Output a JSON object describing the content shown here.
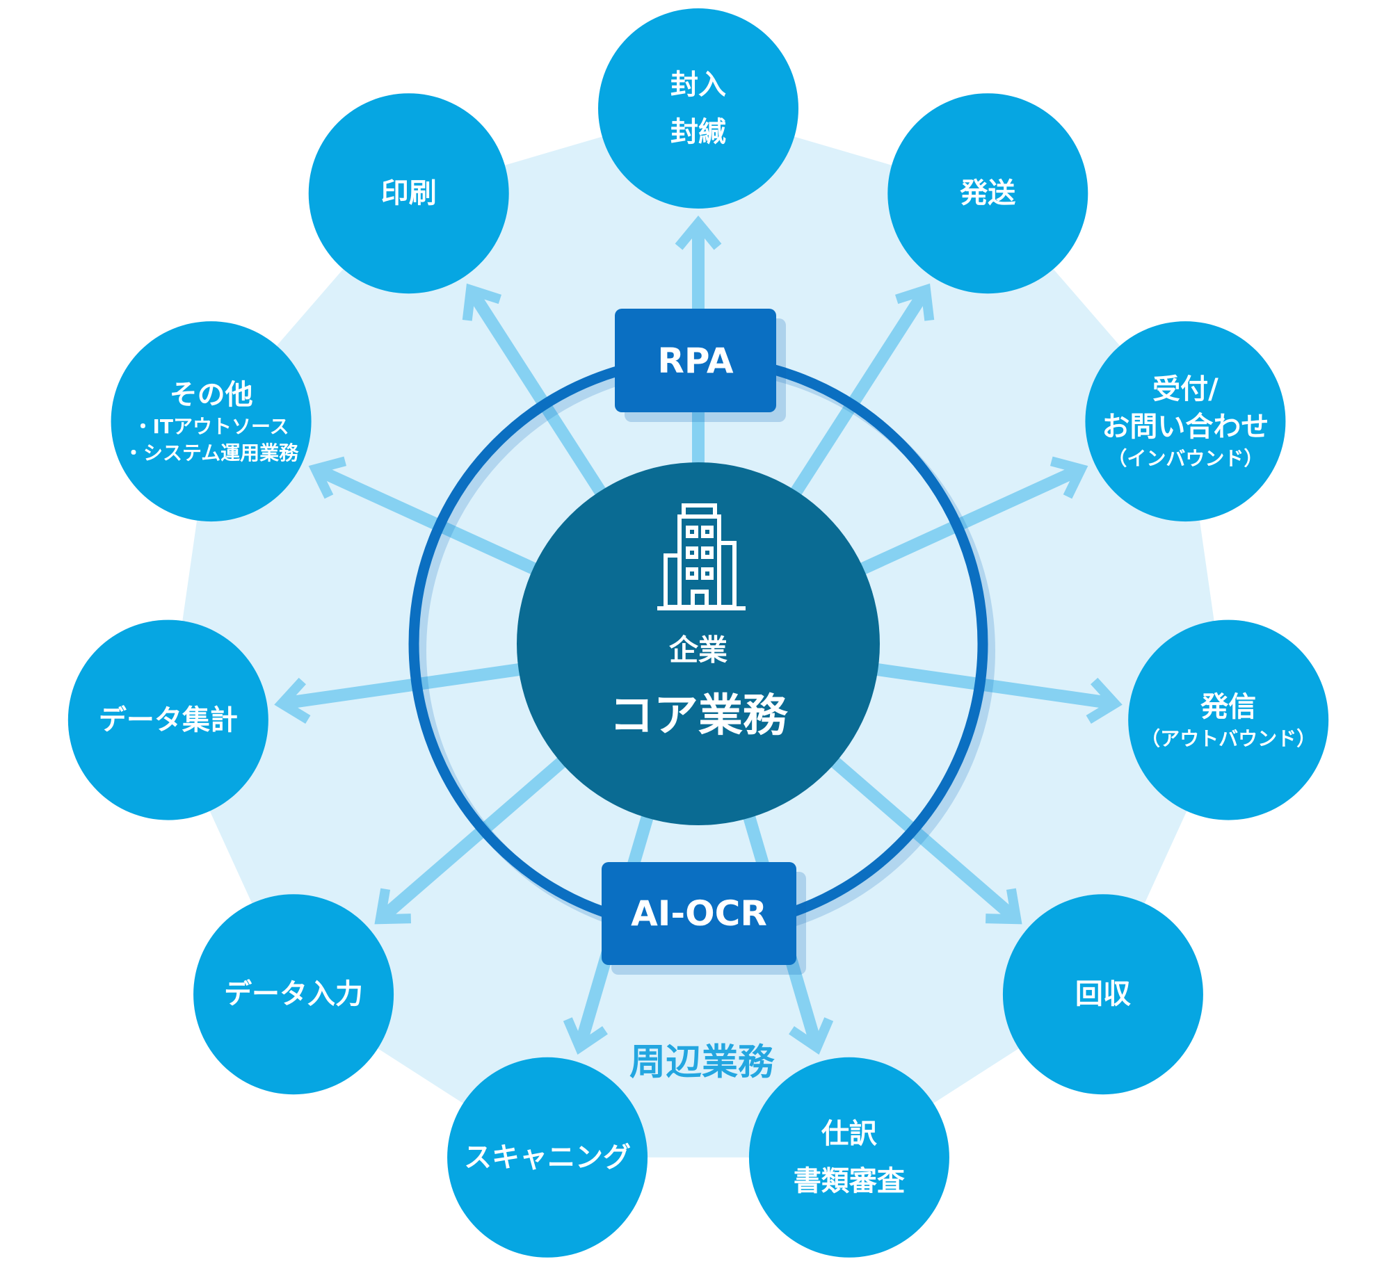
{
  "colors": {
    "background_polygon": "#dcf1fb",
    "arrow": "#86d1f2",
    "ring": "#0b6fc1",
    "core": "#0a6b93",
    "satellite": "#06a6e2",
    "tool_box": "#0a6fc2",
    "peripheral_label": "#23a6e0"
  },
  "core": {
    "icon": "building-icon",
    "subtitle": "企業",
    "title": "コア業務"
  },
  "tools": {
    "top": "RPA",
    "bottom": "AI-OCR"
  },
  "peripheral_label": "周辺業務",
  "satellites": [
    {
      "lines": [
        "封入",
        "封緘"
      ]
    },
    {
      "lines": [
        "発送"
      ]
    },
    {
      "lines": [
        "受付/",
        "お問い合わせ"
      ],
      "sub": [
        "（インバウンド）"
      ]
    },
    {
      "lines": [
        "発信"
      ],
      "sub": [
        "（アウトバウンド）"
      ]
    },
    {
      "lines": [
        "回収"
      ]
    },
    {
      "lines": [
        "仕訳",
        "書類審査"
      ]
    },
    {
      "lines": [
        "スキャニング"
      ]
    },
    {
      "lines": [
        "データ入力"
      ]
    },
    {
      "lines": [
        "データ集計"
      ]
    },
    {
      "lines": [
        "その他"
      ],
      "sub": [
        "・ITアウトソース",
        "・システム運用業務"
      ]
    },
    {
      "lines": [
        "印刷"
      ]
    }
  ]
}
